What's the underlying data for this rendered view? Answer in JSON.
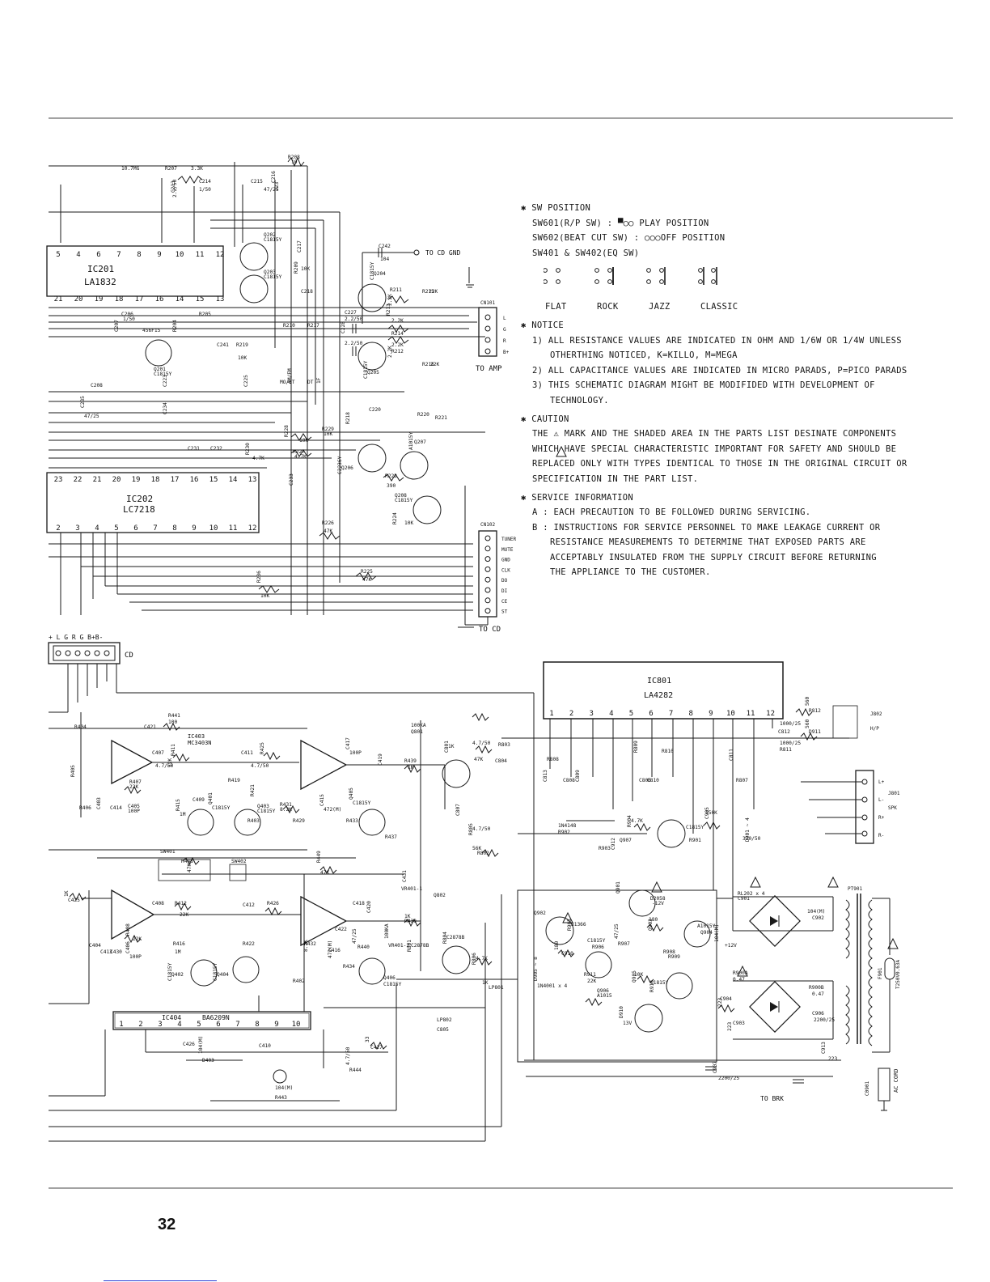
{
  "notes": {
    "sw_position_heading": "✱ SW POSITION",
    "sw601": "SW601(R/P SW) : ▀○○ PLAY POSITION",
    "sw602": "SW602(BEAT CUT SW) : ○○○OFF POSITION",
    "sw401": "SW401 & SW402(EQ SW)",
    "eq_modes": [
      "FLAT",
      "ROCK",
      "JAZZ",
      "CLASSIC"
    ],
    "notice_heading": "✱ NOTICE",
    "notice_1a": "1) ALL RESISTANCE VALUES ARE INDICATED IN OHM AND 1/6W OR 1/4W UNLESS",
    "notice_1b": "OTHERTHING NOTICED, K=KILLO, M=MEGA",
    "notice_2": "2) ALL CAPACITANCE VALUES ARE INDICATED IN MICRO PARADS, P=PICO PARADS",
    "notice_3a": "3) THIS SCHEMATIC DIAGRAM MIGHT BE MODIFIDED WITH DEVELOPMENT OF",
    "notice_3b": "TECHNOLOGY.",
    "caution_heading": "✱ CAUTION",
    "caution_1": "THE ⚠ MARK AND THE SHADED AREA IN THE PARTS LIST DESINATE COMPONENTS",
    "caution_2": "WHICH HAVE SPECIAL CHARACTERISTIC IMPORTANT FOR SAFETY AND SHOULD BE",
    "caution_3": "REPLACED ONLY WITH TYPES IDENTICAL TO THOSE IN THE ORIGINAL CIRCUIT OR",
    "caution_4": "SPECIFICATION IN THE PART LIST.",
    "service_heading": "✱ SERVICE INFORMATION",
    "service_a": "A : EACH PRECAUTION TO BE FOLLOWED DURING SERVICING.",
    "service_b1": "B : INSTRUCTIONS FOR SERVICE PERSONNEL TO MAKE LEAKAGE CURRENT OR",
    "service_b2": "RESISTANCE MEASUREMENTS TO DETERMINE THAT EXPOSED PARTS ARE",
    "service_b3": "ACCEPTABLY INSULATED FROM THE SUPPLY CIRCUIT BEFORE RETURNING",
    "service_b4": "THE APPLIANCE TO THE CUSTOMER."
  },
  "ics": {
    "ic201": {
      "ref": "IC201",
      "part": "LA1832",
      "top_pins": [
        "5",
        "4",
        "6",
        "7",
        "8",
        "9",
        "10",
        "11",
        "12"
      ],
      "bottom_pins": [
        "21",
        "20",
        "19",
        "18",
        "17",
        "16",
        "14",
        "15",
        "13"
      ]
    },
    "ic202": {
      "ref": "IC202",
      "part": "LC7218",
      "top_pins": [
        "23",
        "22",
        "21",
        "20",
        "19",
        "18",
        "17",
        "16",
        "15",
        "14",
        "13"
      ],
      "bottom_pins": [
        "2",
        "3",
        "4",
        "5",
        "6",
        "7",
        "8",
        "9",
        "10",
        "11",
        "12"
      ]
    },
    "ic801": {
      "ref": "IC801",
      "part": "LA4282",
      "pins": [
        "1",
        "2",
        "3",
        "4",
        "5",
        "6",
        "7",
        "8",
        "9",
        "10",
        "11",
        "12"
      ]
    },
    "ic403": {
      "ref": "IC403",
      "part": "MC3403N"
    },
    "ic404": {
      "ref": "IC404",
      "part": "BA6209N",
      "pins": [
        "1",
        "2",
        "3",
        "4",
        "5",
        "6",
        "7",
        "8",
        "9",
        "10"
      ]
    }
  },
  "connectors": {
    "cn101": {
      "ref": "CN101",
      "pins": [
        "L",
        "G",
        "R",
        "B+"
      ],
      "dest": "TO AMP"
    },
    "cn102": {
      "ref": "CN102",
      "pins": [
        "TUNER",
        "MUTE",
        "GND",
        "CLK",
        "DO",
        "DI",
        "CE",
        "ST"
      ],
      "dest": "TO CD"
    },
    "cd_conn": {
      "pins": "+ L G R G B+B-",
      "label": "CD"
    },
    "j802": {
      "ref": "J802",
      "label": "H/P"
    },
    "j801": {
      "ref": "J801",
      "label": "SPK",
      "pins": [
        "L+",
        "L-",
        "R+",
        "R-"
      ]
    },
    "to_cd_gnd": "TO CD GND",
    "to_brk": "TO BRK",
    "ac_cord": "AC CORD",
    "fuse": "F901",
    "fuse_val": "T250V0.63A",
    "transformer": "PT901",
    "c0901": "C0901"
  },
  "labels": {
    "l1": "10.7MG",
    "l2": "R207",
    "l3": "3.3K",
    "l4": "C213",
    "l5": "C214",
    "l6": "2.2/50",
    "l7": "1/50",
    "l8": "R208",
    "l9": "10",
    "l10": "C215",
    "l11": "C216",
    "l12": "47/25",
    "l13": "223",
    "l14": "Q202",
    "l15": "C1815Y",
    "l16": "Q203",
    "l17": "C1815Y",
    "l18": "C217",
    "l19": "C218",
    "l20": "R209",
    "l21": "10K",
    "l22": "C242",
    "l23": "104",
    "l24": "Q204",
    "l25": "C1815Y",
    "l26": "R211",
    "l27": "2.2K",
    "l28": "R215",
    "l29": "22K",
    "l30": "C227",
    "l31": "2.2/50",
    "l32": "R213",
    "l33": "2.2K",
    "l34": "C228",
    "l35": "2.2/50",
    "l36": "R214",
    "l37": "2.2K",
    "l38": "R212",
    "l39": "2.2K",
    "l40": "Q205",
    "l41": "C1815Y",
    "l42": "R216",
    "l43": "22K",
    "l44": "C206",
    "l45": "1/50",
    "l46": "C207",
    "l47": "456F15",
    "l48": "R204",
    "l49": "R205",
    "l50": "C241",
    "l51": "R219",
    "l52": "10K",
    "l53": "C225",
    "l54": "C208",
    "l55": "C223",
    "l56": "Q201",
    "l57": "C1815Y",
    "l58": "R210",
    "l59": "R217",
    "l60": "C235",
    "l61": "47/25",
    "l62": "C234",
    "l63": "C231",
    "l64": "C232",
    "l65": "R229",
    "l66": "10K",
    "l67": "R228",
    "l68": "10K",
    "l69": "R230",
    "l70": "4.7K",
    "l71": "R227",
    "l72": "4.7K",
    "l73": "Q207",
    "l74": "A1015Y",
    "l75": "Q206",
    "l76": "C2236Y",
    "l77": "R222",
    "l78": "390",
    "l79": "Q208",
    "l80": "C1815Y",
    "l81": "R224",
    "l82": "10K",
    "l83": "C233",
    "l84": "R226",
    "l85": "47K",
    "l86": "R225",
    "l87": "47K",
    "l88": "R236",
    "l89": "10K",
    "l90": "R218",
    "l91": "C220",
    "l92": "R220",
    "l93": "R221",
    "l94": "MO/ST",
    "l95": "AM/FM",
    "l96": "DT",
    "l97": "1F",
    "l98": "R441",
    "l99": "100",
    "l100": "C421",
    "l101": "C407",
    "l102": "R411",
    "l103": "4.7/50",
    "l104": "22K",
    "l105": "R407",
    "l106": "22K",
    "l107": "C405",
    "l108": "100P",
    "l109": "R415",
    "l110": "1M",
    "l111": "Q401",
    "l112": "C1815Y",
    "l113": "C409",
    "l114": "R419",
    "l115": "C411",
    "l116": "R425",
    "l117": "4.7/50",
    "l118": "R421",
    "l119": "Q403",
    "l120": "C1815Y",
    "l121": "R431",
    "l122": "8.2K",
    "l123": "C415",
    "l124": "472(M)",
    "l125": "Q405",
    "l126": "C1815Y",
    "l127": "R429",
    "l128": "R433",
    "l129": "R437",
    "l130": "C417",
    "l131": "100P",
    "l132": "C419",
    "l133": "R439",
    "l134": "1K",
    "l135": "SW401",
    "l136": "R448",
    "l137": "47K",
    "l138": "SW402",
    "l139": "R449",
    "l140": "47K",
    "l141": "C408",
    "l142": "R412",
    "l143": "22K",
    "l144": "R408",
    "l145": "22K",
    "l146": "C406",
    "l147": "100P",
    "l148": "R416",
    "l149": "1M",
    "l150": "Q402",
    "l151": "C1815Y",
    "l152": "Q404",
    "l153": "C1815Y",
    "l154": "C412",
    "l155": "R426",
    "l156": "R422",
    "l157": "R432",
    "l158": "8.2K",
    "l159": "C416",
    "l160": "472(M)",
    "l161": "R434",
    "l162": "Q406",
    "l163": "C1815Y",
    "l164": "C418",
    "l165": "C420",
    "l166": "C422",
    "l167": "47/25",
    "l168": "R440",
    "l169": "1K",
    "l170": "R430",
    "l171": "R402",
    "l172": "1K",
    "l173": "C425",
    "l174": "104(M)",
    "l175": "D403",
    "l176": "C426",
    "l177": "104(M)",
    "l178": "R443",
    "l179": "33",
    "l180": "C427",
    "l181": "4.7/50",
    "l182": "R444",
    "l183": "C410",
    "l184": "R403",
    "l185": "R404",
    "l186": "R405",
    "l187": "R406",
    "l188": "C403",
    "l189": "C404",
    "l190": "C413",
    "l191": "C414",
    "l192": "C430",
    "l193": "C431",
    "l194": "VR401-1",
    "l195": "100KA",
    "l196": "VR401-2",
    "l197": "100KA",
    "l198": "Q801",
    "l199": "C2878B",
    "l200": "R801",
    "l201": "1K",
    "l202": "C801",
    "l203": "4.7/50",
    "l204": "R803",
    "l205": "47K",
    "l206": "C804",
    "l207": "C807",
    "l208": "4.7/50",
    "l209": "R805",
    "l210": "56K",
    "l211": "R802",
    "l212": "Q802",
    "l213": "C2878B",
    "l214": "R804",
    "l215": "4.7K",
    "l216": "R806",
    "l217": "1K",
    "l218": "LP801",
    "l219": "LP802",
    "l220": "C805",
    "l221": "C813",
    "l222": "C808",
    "l223": "C809",
    "l224": "C806",
    "l225": "C810",
    "l226": "R807",
    "l227": "R808",
    "l228": "R809",
    "l229": "R810",
    "l230": "C811",
    "l231": "1000/25",
    "l232": "C812",
    "l233": "1000/25",
    "l234": "R811",
    "l235": "560",
    "l236": "R812",
    "l237": "560",
    "l238": "D911",
    "l239": "1N4148",
    "l240": "R902",
    "l241": "4.7K",
    "l242": "R904",
    "l243": "R903",
    "l244": "C912",
    "l245": "Q907",
    "l246": "C1815Y",
    "l247": "R901",
    "l248": "150K",
    "l249": "C905",
    "l250": "330/50",
    "l251": "D901 ~ 4",
    "l252": "RL202 x 4",
    "l253": "C901",
    "l254": "104(M)",
    "l255": "C902",
    "l256": "104(M)",
    "l257": "+12V",
    "l258": "Q901",
    "l259": "D2058",
    "l260": "-12V",
    "l261": "Q902",
    "l262": "B1366",
    "l263": "R905",
    "l264": "180",
    "l265": "Q903",
    "l266": "A1015Y",
    "l267": "Q904",
    "l268": "C1815Y",
    "l269": "R906",
    "l270": "180",
    "l271": "C910",
    "l272": "47/25",
    "l273": "R907",
    "l274": "R908",
    "l275": "R909",
    "l276": "10K",
    "l277": "Q905",
    "l278": "C1815Y",
    "l279": "R910",
    "l280": "R911",
    "l281": "22K",
    "l282": "Q906",
    "l283": "A1015",
    "l284": "D910",
    "l285": "13V",
    "l286": "D905 ~ 8",
    "l287": "1N4001 x 4",
    "l288": "R900A",
    "l289": "0.47",
    "l290": "C904",
    "l291": "223",
    "l292": "C903",
    "l293": "223",
    "l294": "R900B",
    "l295": "0.47",
    "l296": "C906",
    "l297": "2200/25",
    "l298": "C907",
    "l299": "2200/25",
    "l300": "C913",
    "l301": "223"
  }
}
